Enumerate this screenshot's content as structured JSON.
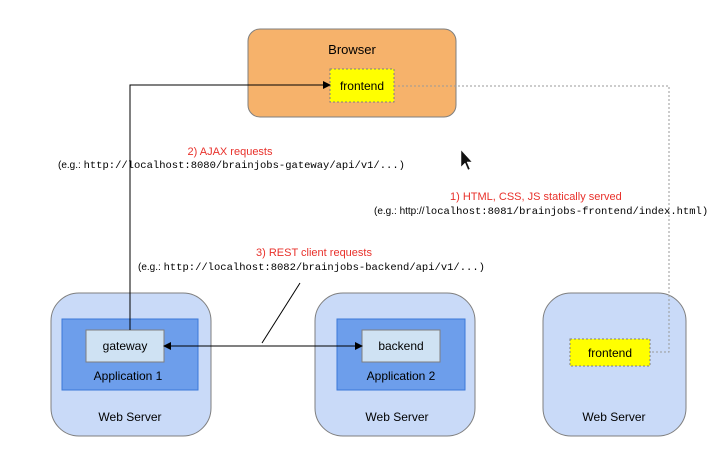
{
  "browser": {
    "title": "Browser",
    "component": "frontend"
  },
  "annotations": {
    "ajax": {
      "label": "2) AJAX requests",
      "example_prefix": "(e.g.: ",
      "example_url": "http://localhost:8080/brainjobs-gateway/api/v1/...)"
    },
    "static": {
      "label": "1)     HTML, CSS, JS statically served",
      "example_prefix": "(e.g.: http://",
      "example_url": "localhost:8081/brainjobs-frontend/index.html)"
    },
    "rest": {
      "label": "3) REST client requests",
      "example_prefix": "(e.g.: ",
      "example_url": "http://localhost:8082/brainjobs-backend/api/v1/...)"
    }
  },
  "servers": [
    {
      "label": "Web Server",
      "application": "Application 1",
      "component": "gateway"
    },
    {
      "label": "Web Server",
      "application": "Application 2",
      "component": "backend"
    },
    {
      "label": "Web Server",
      "component": "frontend"
    }
  ],
  "colors": {
    "browser_fill": "#f6b26b",
    "frontend_fill": "#ffff00",
    "server_fill": "#c9daf8",
    "application_fill": "#6d9eeb",
    "component_fill": "#cfe2f3",
    "annotation_text": "#e8312b"
  }
}
